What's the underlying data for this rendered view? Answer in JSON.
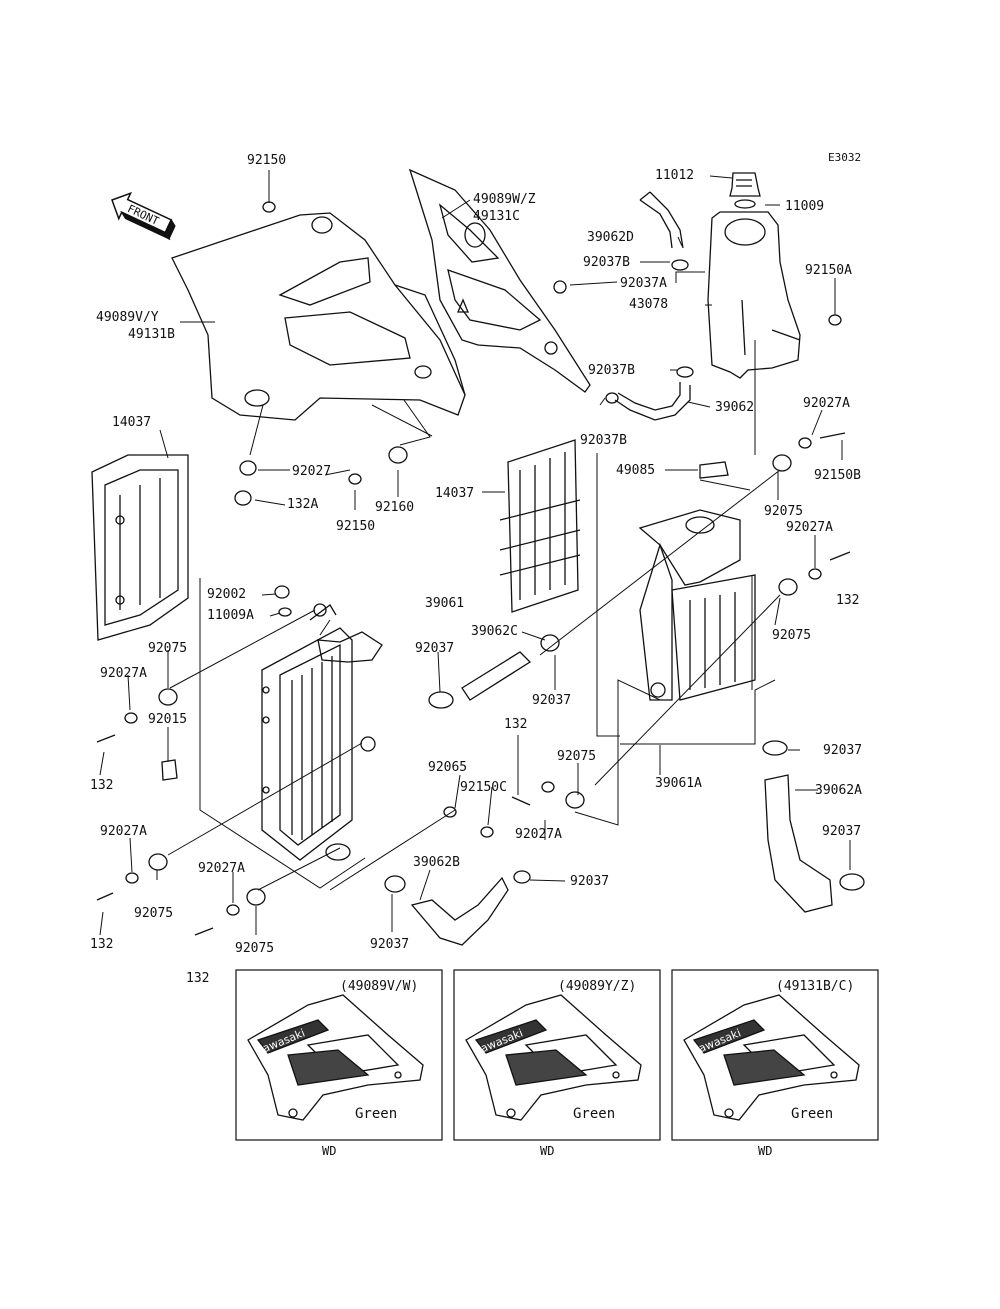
{
  "diagram_code": "E3032",
  "front_label": "FRONT",
  "callouts": [
    {
      "id": "92150-top",
      "text": "92150"
    },
    {
      "id": "49089wz",
      "text": "49089W/Z"
    },
    {
      "id": "49131c",
      "text": "49131C"
    },
    {
      "id": "11012",
      "text": "11012"
    },
    {
      "id": "11009-top",
      "text": "11009"
    },
    {
      "id": "39062d",
      "text": "39062D"
    },
    {
      "id": "92037b-1",
      "text": "92037B"
    },
    {
      "id": "92037a-1",
      "text": "92037A"
    },
    {
      "id": "43078",
      "text": "43078"
    },
    {
      "id": "92150a",
      "text": "92150A"
    },
    {
      "id": "49089vy",
      "text": "49089V/Y"
    },
    {
      "id": "49131b",
      "text": "49131B"
    },
    {
      "id": "92037b-2",
      "text": "92037B"
    },
    {
      "id": "39062",
      "text": "39062"
    },
    {
      "id": "92037b-3",
      "text": "92037B"
    },
    {
      "id": "92027a-1",
      "text": "92027A"
    },
    {
      "id": "92150b",
      "text": "92150B"
    },
    {
      "id": "14037-left",
      "text": "14037"
    },
    {
      "id": "92027",
      "text": "92027"
    },
    {
      "id": "132a",
      "text": "132A"
    },
    {
      "id": "92160",
      "text": "92160"
    },
    {
      "id": "92150-mid",
      "text": "92150"
    },
    {
      "id": "49085",
      "text": "49085"
    },
    {
      "id": "14037-mid",
      "text": "14037"
    },
    {
      "id": "92075-1",
      "text": "92075"
    },
    {
      "id": "92027a-2",
      "text": "92027A"
    },
    {
      "id": "132-right",
      "text": "132"
    },
    {
      "id": "92002",
      "text": "92002"
    },
    {
      "id": "11009a",
      "text": "11009A"
    },
    {
      "id": "39061",
      "text": "39061"
    },
    {
      "id": "92075-2",
      "text": "92075"
    },
    {
      "id": "39062c",
      "text": "39062C"
    },
    {
      "id": "92075-3",
      "text": "92075"
    },
    {
      "id": "92037-1",
      "text": "92037"
    },
    {
      "id": "92027a-3",
      "text": "92027A"
    },
    {
      "id": "92015",
      "text": "92015"
    },
    {
      "id": "92037-2",
      "text": "92037"
    },
    {
      "id": "132-mid",
      "text": "132"
    },
    {
      "id": "132-left1",
      "text": "132"
    },
    {
      "id": "92037-3",
      "text": "92037"
    },
    {
      "id": "92065",
      "text": "92065"
    },
    {
      "id": "92075-4",
      "text": "92075"
    },
    {
      "id": "39061a",
      "text": "39061A"
    },
    {
      "id": "39062a",
      "text": "39062A"
    },
    {
      "id": "92150c",
      "text": "92150C"
    },
    {
      "id": "92027a-4",
      "text": "92027A"
    },
    {
      "id": "92027a-5",
      "text": "92027A"
    },
    {
      "id": "92037-4",
      "text": "92037"
    },
    {
      "id": "39062b",
      "text": "39062B"
    },
    {
      "id": "92037-5",
      "text": "92037"
    },
    {
      "id": "92027a-6",
      "text": "92027A"
    },
    {
      "id": "92075-5",
      "text": "92075"
    },
    {
      "id": "132-left2",
      "text": "132"
    },
    {
      "id": "92075-6",
      "text": "92075"
    },
    {
      "id": "92037-6",
      "text": "92037"
    },
    {
      "id": "132-bottom",
      "text": "132"
    }
  ],
  "insets": [
    {
      "title": "(49089V/W)",
      "color_label": "Green",
      "footer": "WD"
    },
    {
      "title": "(49089Y/Z)",
      "color_label": "Green",
      "footer": "WD"
    },
    {
      "title": "(49131B/C)",
      "color_label": "Green",
      "footer": "WD"
    }
  ],
  "shroud_logo_text": "Kawasaki"
}
